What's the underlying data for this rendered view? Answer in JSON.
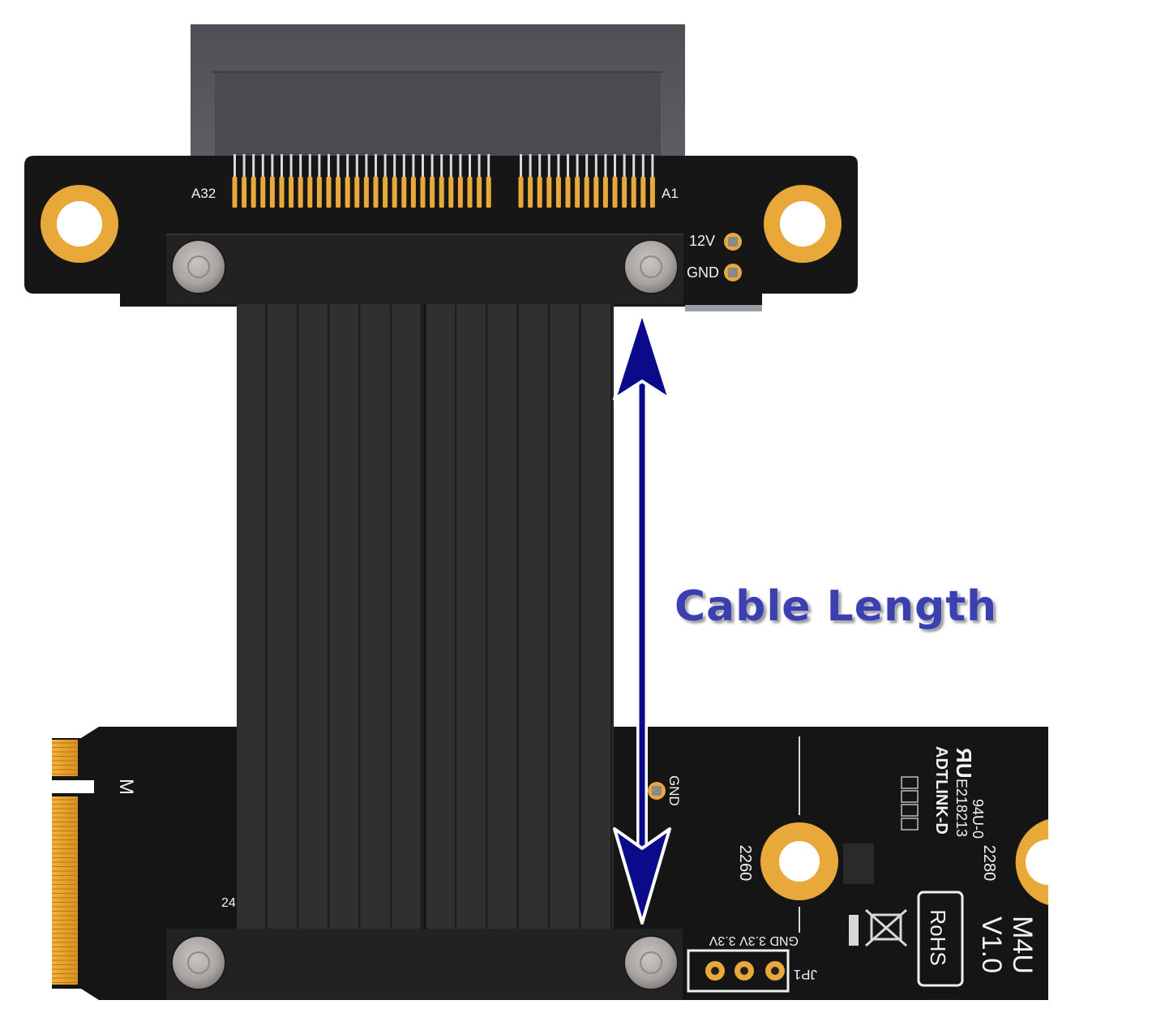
{
  "annotation": {
    "cable_length_label": "Cable Length"
  },
  "top_board": {
    "pin_label_left": "A32",
    "pin_label_right": "A1",
    "power_label": "12V",
    "ground_label": "GND"
  },
  "bottom_board": {
    "key_label": "M",
    "pin_label": "24",
    "gnd_pad_label": "GND",
    "jumper_label": "JP1",
    "jumper_pins_label": "GND 3.3V 3.3V",
    "mount_label_2260": "2260",
    "mount_label_2280": "2280",
    "ul_cert_line1": "94U-0",
    "ul_cert_line2": "E218213",
    "brand_label": "ADTLINK-D",
    "rohs_label": "RoHS",
    "model_label": "M4U",
    "version_label": "V1.0"
  },
  "colors": {
    "pcb": "#151515",
    "pad_gold": "#e8a83a",
    "slot": "#55565b",
    "cable": "#2b2b2b",
    "arrow": "#0a0a8a"
  }
}
